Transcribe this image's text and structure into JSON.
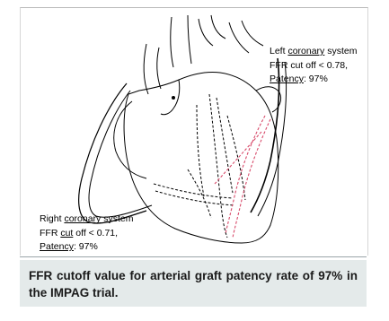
{
  "figure": {
    "left_system": {
      "title_prefix": "Left ",
      "title_link": "coronary",
      "title_suffix": " system",
      "line2": "FFR cut off < 0.78,",
      "line3_link": "Patency",
      "line3_suffix": ": 97%"
    },
    "right_system": {
      "title_prefix": "Right ",
      "title_link": "coronary",
      "title_suffix": " system",
      "line2_prefix": "FFR ",
      "line2_link": "cut",
      "line2_suffix": " off < 0.71,",
      "line3_link": "Patency",
      "line3_suffix": ": 97%"
    },
    "colors": {
      "graft": "#d84a6a",
      "outline": "#000000"
    }
  },
  "caption": {
    "text": "FFR cutoff value for arterial graft patency rate of 97% in the IMPAG trial."
  }
}
